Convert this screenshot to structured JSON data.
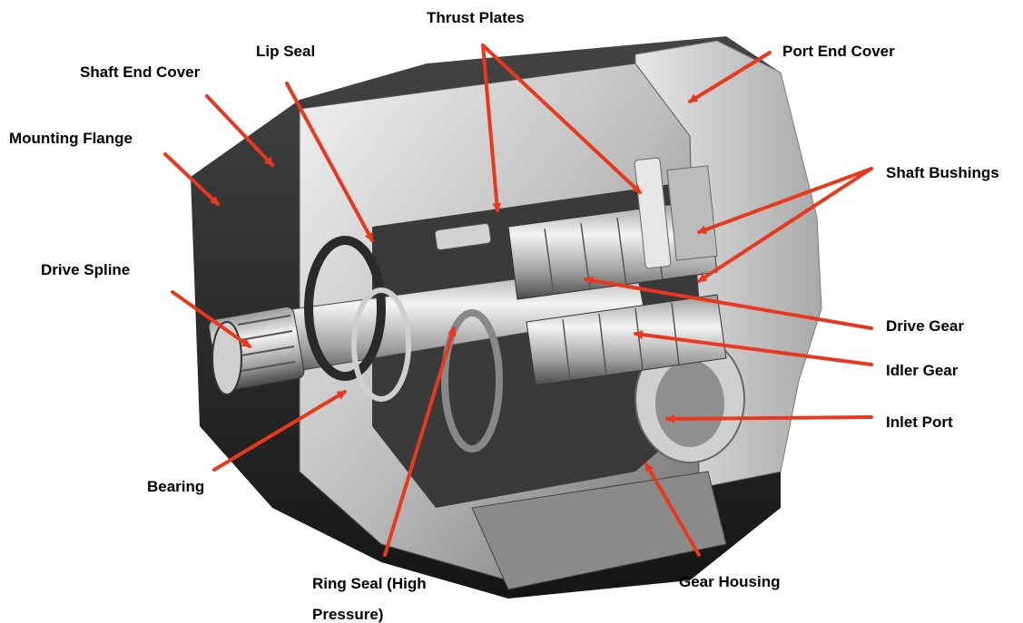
{
  "labels": {
    "thrust_plates": "Thrust Plates",
    "lip_seal": "Lip Seal",
    "port_end_cover": "Port End Cover",
    "shaft_end_cover": "Shaft End Cover",
    "mounting_flange": "Mounting Flange",
    "shaft_bushings": "Shaft Bushings",
    "drive_spline": "Drive Spline",
    "drive_gear": "Drive Gear",
    "idler_gear": "Idler Gear",
    "inlet_port": "Inlet Port",
    "bearing": "Bearing",
    "gear_housing": "Gear Housing",
    "ring_seal_line1": "Ring Seal (High",
    "ring_seal_line2": "Pressure)"
  },
  "colors": {
    "arrow": "#e8381e",
    "label_text": "#000000",
    "metal_dark": "#2b2b2b",
    "metal_light": "#d9d9d9"
  }
}
